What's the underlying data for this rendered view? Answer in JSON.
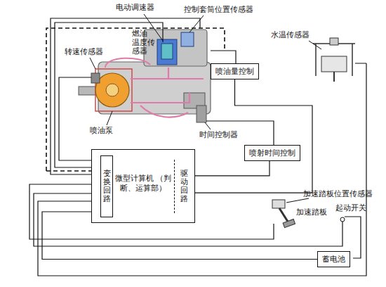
{
  "diagram": {
    "nodes": [
      {
        "text": [
          "微型计算机 （判断、运算部）"
        ]
      },
      {
        "text": [
          "变换回路"
        ],
        "in": 0
      },
      {
        "text": [
          "驱动回路"
        ],
        "in": 0
      },
      {
        "text": [
          "喷油量控制"
        ]
      },
      {
        "text": [
          "喷射时间控制"
        ]
      },
      {
        "text": [
          "蓄电池"
        ]
      }
    ],
    "edges": [
      {
        "from": 2,
        "to": 3,
        "arrow": "none"
      },
      {
        "from": 2,
        "to": 4,
        "arrow": "none"
      },
      {
        "from": 5,
        "to": 1,
        "arrow": "none"
      }
    ],
    "labels": [
      "电动调速器",
      "控制套筒位置传感器",
      "燃油 温度传 感器",
      "转速传感器",
      "喷油泵",
      "时间控制器",
      "水温传感器",
      "加速踏板位置传感器",
      "加速踏板",
      "起动开关"
    ]
  }
}
